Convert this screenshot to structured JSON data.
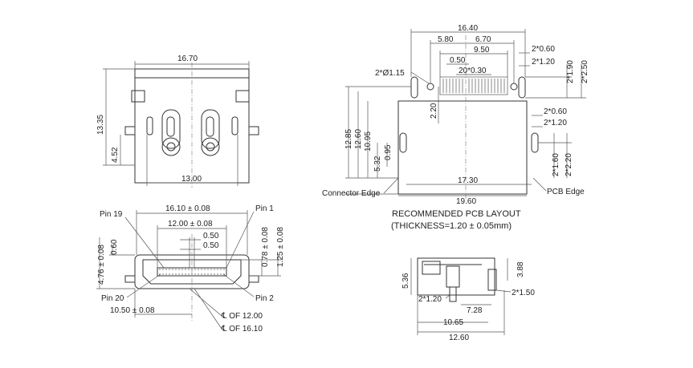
{
  "top_view": {
    "width": "16.70",
    "height": "13.35",
    "lower": "4.52",
    "bottom": "13.00"
  },
  "front_view": {
    "pin19": "Pin 19",
    "pin1": "Pin 1",
    "pin20": "Pin 20",
    "pin2": "Pin 2",
    "w_outer": "16.10 ± 0.08",
    "w_inner": "12.00 ± 0.08",
    "pitch1": "0.50",
    "pitch2": "0.50",
    "h1": "0.78 ± 0.08",
    "h2": "1.25 ± 0.08",
    "left_h1": "4.76 ± 0.08",
    "left_h2": "0.60",
    "bottom_w": "10.50 ± 0.08",
    "cl1": "℄ OF 12.00",
    "cl2": "℄ OF 16.10"
  },
  "pcb_layout": {
    "w_total": "16.40",
    "w_580": "5.80",
    "w_670": "6.70",
    "w_950": "9.50",
    "w_050": "0.50",
    "pitch": "20*0.30",
    "hole": "2*Ø1.15",
    "r060": "2*0.60",
    "r120": "2*1.20",
    "r190": "2*1.90",
    "r250": "2*2.50",
    "d220": "2.20",
    "h1285": "12.85",
    "h1260": "12.60",
    "h1095": "10.95",
    "h532": "5.32",
    "h095": "0.95",
    "s060": "2*0.60",
    "s120": "2*1.20",
    "s160": "2*1.60",
    "s220": "2*2.20",
    "w1730": "17.30",
    "w1960": "19.60",
    "connector_edge": "Connector Edge",
    "pcb_edge": "PCB Edge",
    "caption1": "RECOMMENDED PCB LAYOUT",
    "caption2": "(THICKNESS=1.20 ± 0.05mm)"
  },
  "side_view": {
    "h536": "5.36",
    "h388": "3.88",
    "r120": "2*1.20",
    "r150": "2*1.50",
    "w728": "7.28",
    "w1065": "10.65",
    "w1260": "12.60"
  }
}
